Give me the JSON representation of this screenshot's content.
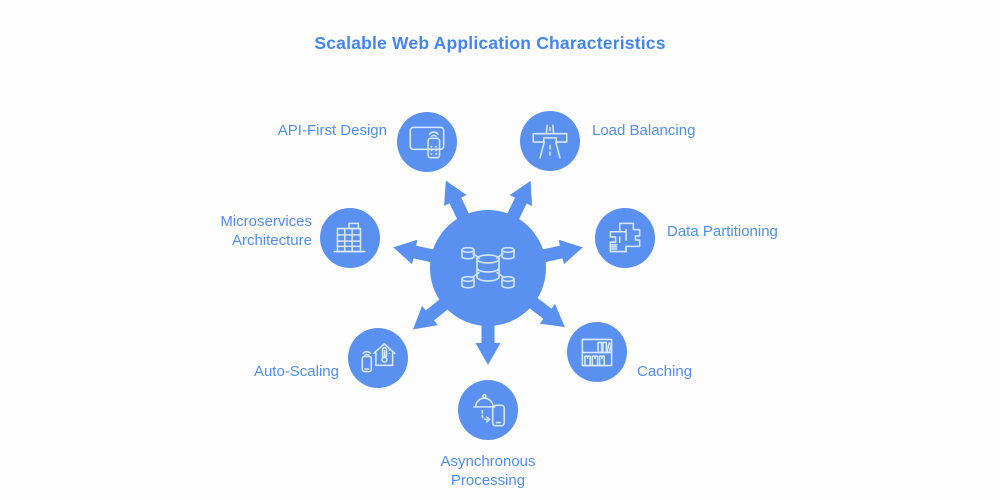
{
  "title": "Scalable Web Application Characteristics",
  "colors": {
    "title_text": "#4285f4",
    "label_text": "#4e8ef4",
    "node_fill": "#5a91f0",
    "icon_stroke": "#d7e7fd",
    "background": "#fefefe"
  },
  "center": {
    "icon": "database-cluster-icon",
    "description": "central hub circle with database cluster glyph and 7 outward arrows"
  },
  "nodes": [
    {
      "id": "api-first-design",
      "label": "API-First Design",
      "icon": "smart-tv-remote-icon",
      "position": "top-left"
    },
    {
      "id": "load-balancing",
      "label": "Load Balancing",
      "icon": "highway-overpass-icon",
      "position": "top-right"
    },
    {
      "id": "microservices-architecture",
      "label": "Microservices Architecture",
      "icon": "office-building-icon",
      "position": "left"
    },
    {
      "id": "data-partitioning",
      "label": "Data Partitioning",
      "icon": "floor-plan-icon",
      "position": "right"
    },
    {
      "id": "auto-scaling",
      "label": "Auto-Scaling",
      "icon": "smart-home-thermostat-icon",
      "position": "bottom-left"
    },
    {
      "id": "caching",
      "label": "Caching",
      "icon": "bookshelf-icon",
      "position": "bottom-right"
    },
    {
      "id": "asynchronous-processing",
      "label": "Asynchronous Processing",
      "icon": "cloche-to-phone-icon",
      "position": "bottom"
    }
  ]
}
